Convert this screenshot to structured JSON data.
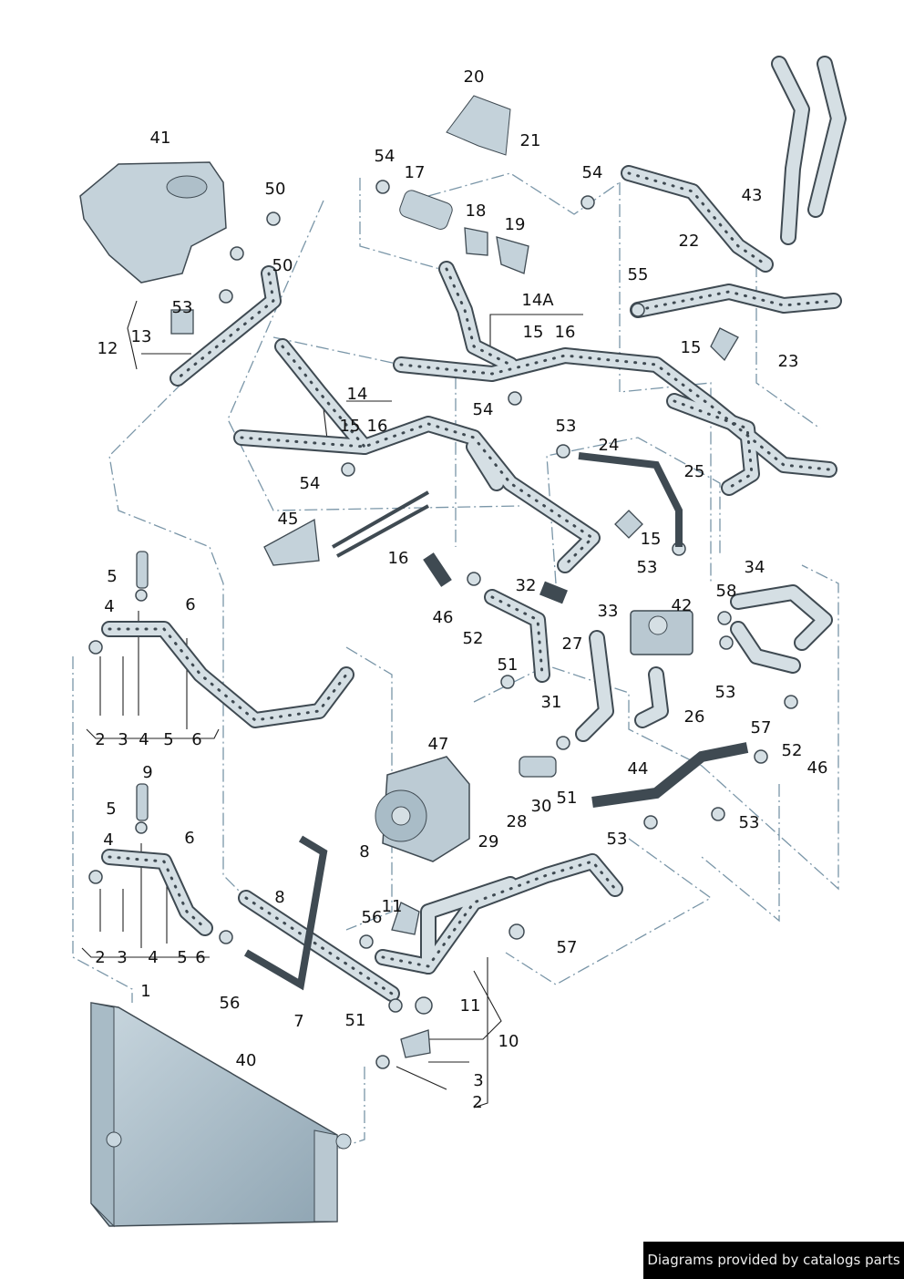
{
  "diagram_title": "",
  "callouts": [
    "20",
    "21",
    "41",
    "17",
    "54",
    "54",
    "18",
    "19",
    "50",
    "50",
    "43",
    "22",
    "55",
    "53",
    "13",
    "12",
    "14A",
    "15",
    "16",
    "15",
    "23",
    "14",
    "15",
    "16",
    "54",
    "53",
    "24",
    "25",
    "54",
    "45",
    "15",
    "16",
    "53",
    "34",
    "5",
    "32",
    "58",
    "4",
    "6",
    "42",
    "33",
    "46",
    "52",
    "27",
    "51",
    "53",
    "31",
    "26",
    "57",
    "2",
    "3",
    "4",
    "5",
    "6",
    "47",
    "52",
    "46",
    "44",
    "9",
    "30",
    "51",
    "5",
    "28",
    "53",
    "4",
    "6",
    "29",
    "53",
    "8",
    "8",
    "11",
    "56",
    "57",
    "2",
    "3",
    "4",
    "5",
    "6",
    "1",
    "56",
    "11",
    "51",
    "7",
    "10",
    "40",
    "3",
    "2"
  ],
  "credit": "Diagrams provided by catalogs parts",
  "colors": {
    "hose": "#d5dfe4",
    "outline": "#3f4a52",
    "leader": "#7a96a8",
    "part": "#b9c8d1"
  }
}
